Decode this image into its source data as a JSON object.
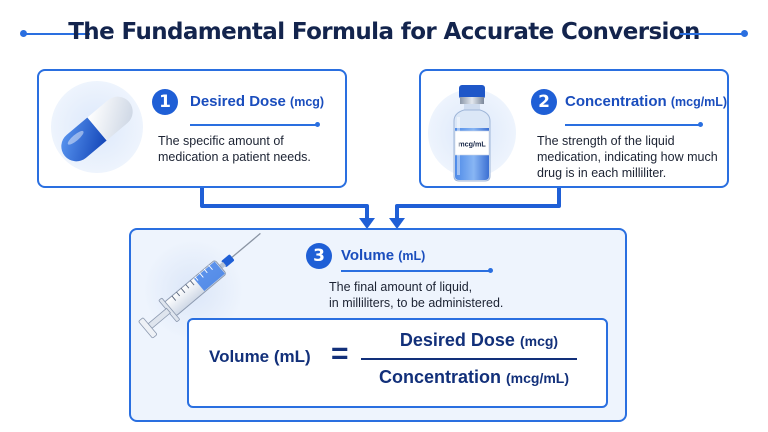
{
  "title": "The Fundamental Formula for Accurate Conversion",
  "cards": [
    {
      "number": "1",
      "heading": "Desired Dose",
      "unit": "(mcg)",
      "description": [
        "The specific amount of",
        "medication a patient needs."
      ],
      "icon": "capsule-icon"
    },
    {
      "number": "2",
      "heading": "Concentration",
      "unit": "(mcg/mL)",
      "description": [
        "The strength of the liquid",
        "medication, indicating how much",
        "drug is in each milliliter."
      ],
      "icon": "vial-icon",
      "vial_label": "mcg/mL"
    },
    {
      "number": "3",
      "heading": "Volume",
      "unit": "(mL)",
      "description": [
        "The final amount of liquid,",
        "in milliliters, to be administered."
      ],
      "icon": "syringe-icon"
    }
  ],
  "formula": {
    "lhs": "Volume (mL)",
    "equals": "=",
    "numerator": "Desired Dose",
    "numerator_unit": "(mcg)",
    "denominator": "Concentration",
    "denominator_unit": "(mcg/mL)"
  },
  "colors": {
    "accent": "#2a6fe0",
    "title": "#13244d",
    "formula": "#12307a",
    "card_big_bg": "#eef4fd"
  }
}
